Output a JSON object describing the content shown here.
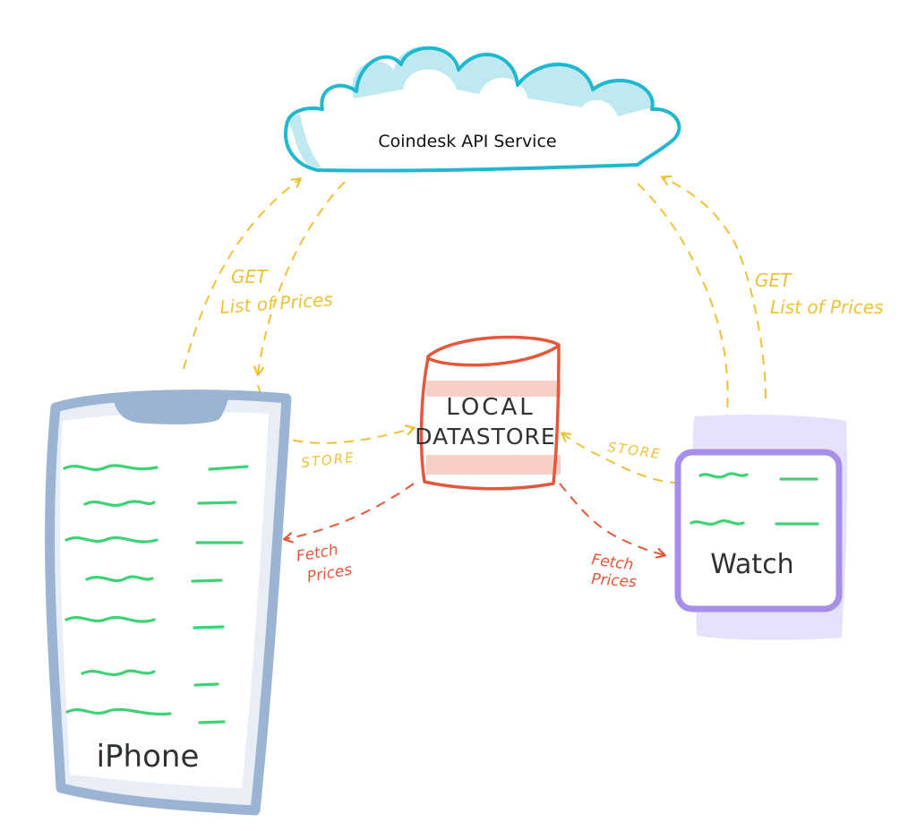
{
  "cloud": {
    "label": "Coindesk API Service"
  },
  "datastore": {
    "line1": "LOCAL",
    "line2": "DATASTORE"
  },
  "iphone": {
    "label": "iPhone"
  },
  "watch": {
    "label": "Watch"
  },
  "arrows": {
    "iphone_get": {
      "line1": "GET",
      "line2": "List of Prices"
    },
    "watch_get": {
      "line1": "GET",
      "line2": "List of Prices"
    },
    "iphone_store": "STORE",
    "watch_store": "STORE",
    "iphone_fetch": {
      "line1": "Fetch",
      "line2": "Prices"
    },
    "watch_fetch": {
      "line1": "Fetch",
      "line2": "Prices"
    }
  },
  "colors": {
    "cloud_outline": "#1fb8cf",
    "cloud_shade": "#bfe9f0",
    "get_arrow": "#edc23a",
    "datastore": "#e5563a",
    "datastore_stripe": "#f7cfc6",
    "iphone_outline": "#9bb4d3",
    "iphone_fill": "#e9eef6",
    "watch_outline": "#a68fe8",
    "watch_band": "#e6e1fb",
    "wave": "#3ed275",
    "text_dark": "#2f3234"
  }
}
